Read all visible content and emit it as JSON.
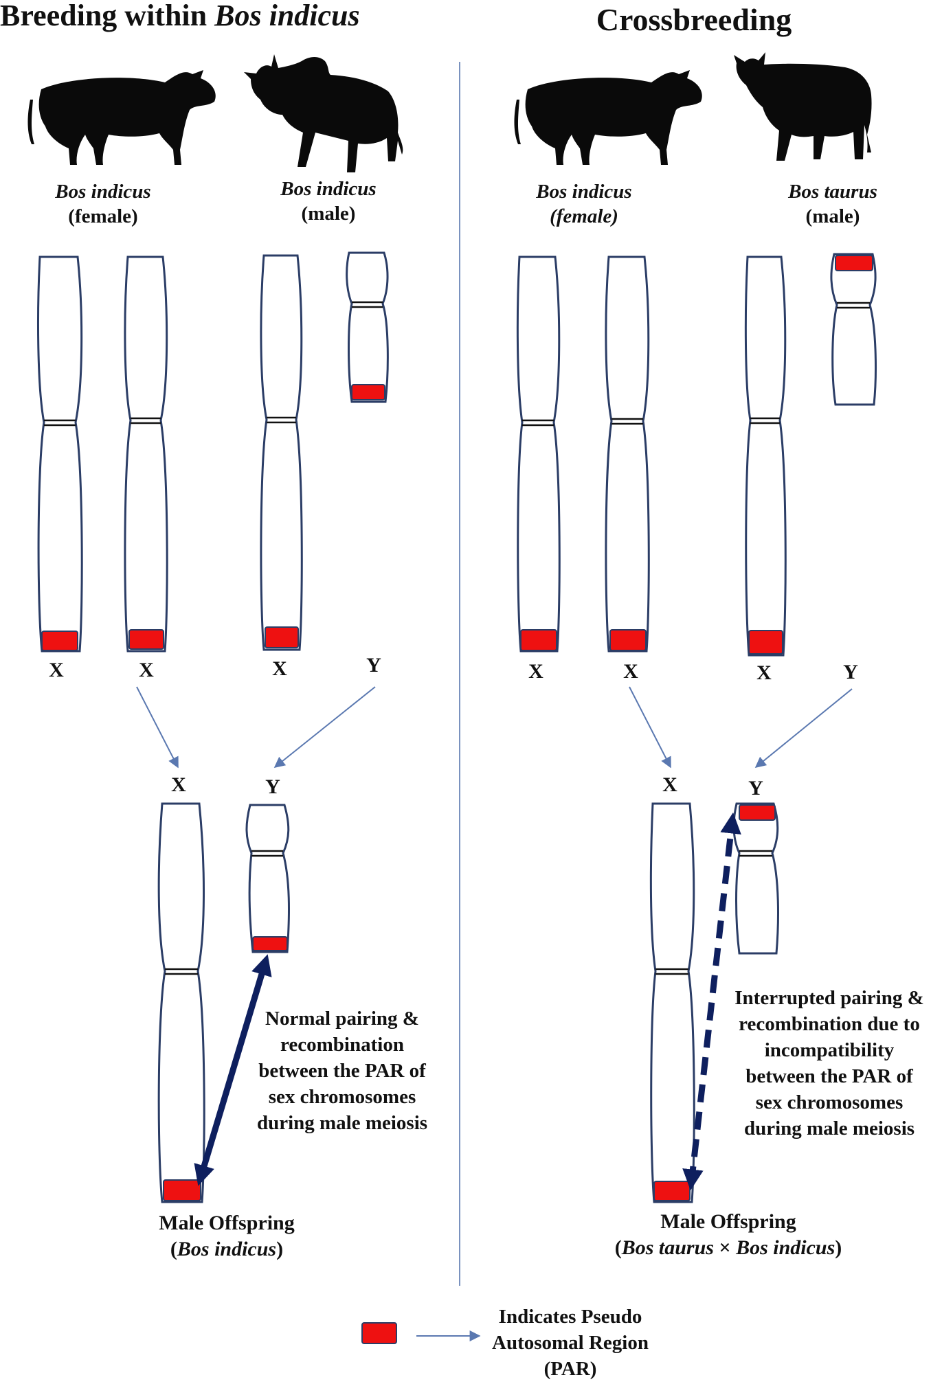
{
  "left_panel": {
    "title_plain": "Breeding within ",
    "title_italic": "Bos indicus",
    "parent1_species": "Bos indicus",
    "parent1_sex": "(female)",
    "parent2_species": "Bos indicus",
    "parent2_sex": "(male)",
    "chrom_labels": [
      "X",
      "X",
      "X",
      "Y"
    ],
    "offspring_labels": [
      "X",
      "Y"
    ],
    "pairing_text": [
      "Normal pairing &",
      "recombination",
      "between the PAR of",
      "sex chromosomes",
      "during male meiosis"
    ],
    "offspring_title": "Male Offspring",
    "offspring_species": "Bos indicus"
  },
  "right_panel": {
    "title": "Crossbreeding",
    "parent1_species": "Bos indicus",
    "parent1_sex": "(female)",
    "parent2_species": "Bos taurus",
    "parent2_sex": "(male)",
    "chrom_labels": [
      "X",
      "X",
      "X",
      "Y"
    ],
    "offspring_labels": [
      "X",
      "Y"
    ],
    "pairing_text": [
      "Interrupted pairing &",
      "recombination due to",
      "incompatibility",
      "between the PAR of",
      "sex chromosomes",
      "during male meiosis"
    ],
    "offspring_title": "Male Offspring",
    "offspring_species_a": "Bos taurus",
    "offspring_cross": " × ",
    "offspring_species_b": "Bos indicus"
  },
  "legend": {
    "lines": [
      "Indicates Pseudo",
      "Autosomal Region",
      "(PAR)"
    ]
  },
  "colors": {
    "par": "#ee1111",
    "outline": "#2b3d66",
    "arrow": "#0e1f5e",
    "thin_arrow": "#5a78b0"
  }
}
